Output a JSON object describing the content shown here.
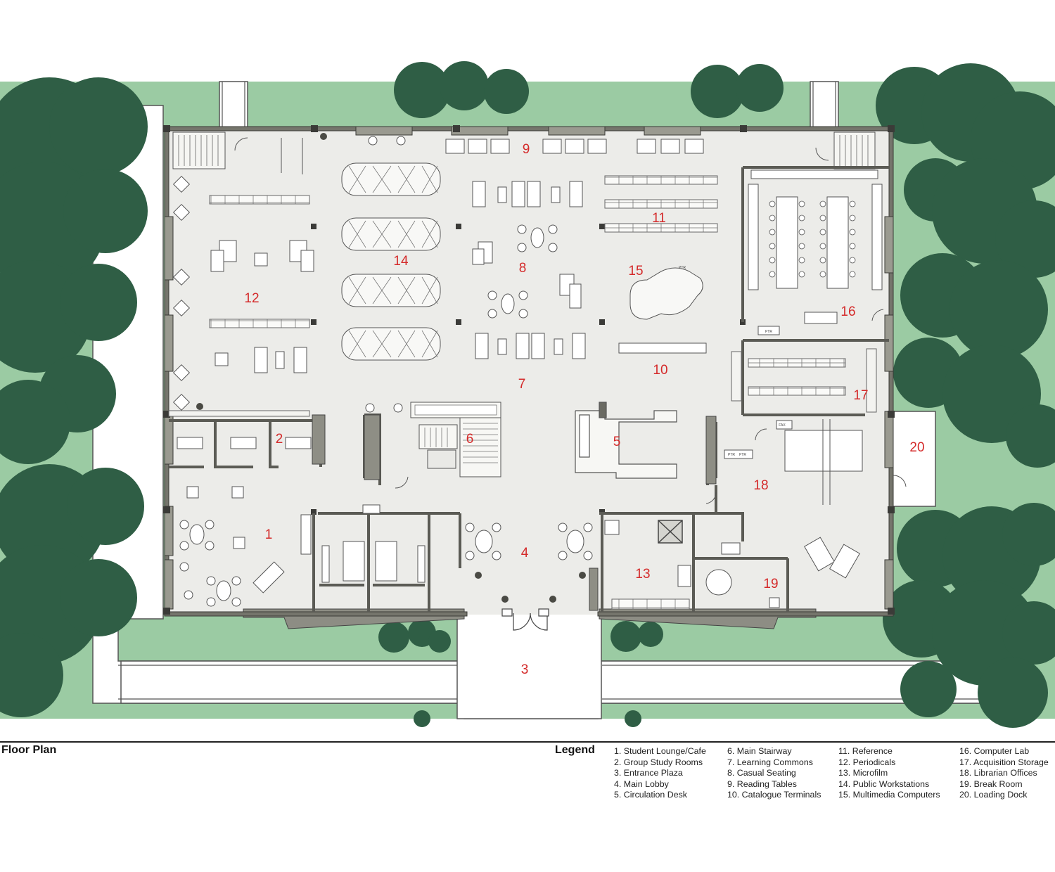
{
  "colors": {
    "grass": "#9bcba3",
    "tree": "#2f5e45",
    "floor": "#ececea",
    "wall": "#6a6a62",
    "label": "#d42a2a",
    "paving": "#ffffff"
  },
  "figure": {
    "caption": "Floor Plan",
    "legend_title": "Legend"
  },
  "map_labels": [
    {
      "id": "1",
      "text": "1"
    },
    {
      "id": "2",
      "text": "2"
    },
    {
      "id": "3",
      "text": "3"
    },
    {
      "id": "4",
      "text": "4"
    },
    {
      "id": "5",
      "text": "5"
    },
    {
      "id": "6",
      "text": "6"
    },
    {
      "id": "7",
      "text": "7"
    },
    {
      "id": "8",
      "text": "8"
    },
    {
      "id": "9",
      "text": "9"
    },
    {
      "id": "10",
      "text": "10"
    },
    {
      "id": "11",
      "text": "11"
    },
    {
      "id": "12",
      "text": "12"
    },
    {
      "id": "13",
      "text": "13"
    },
    {
      "id": "14",
      "text": "14"
    },
    {
      "id": "15",
      "text": "15"
    },
    {
      "id": "16",
      "text": "16"
    },
    {
      "id": "17",
      "text": "17"
    },
    {
      "id": "18",
      "text": "18"
    },
    {
      "id": "19",
      "text": "19"
    },
    {
      "id": "20",
      "text": "20"
    }
  ],
  "legend": {
    "col1": [
      "1. Student Lounge/Cafe",
      "2. Group Study Rooms",
      "3. Entrance Plaza",
      "4. Main Lobby",
      "5. Circulation Desk"
    ],
    "col2": [
      "6. Main Stairway",
      "7. Learning Commons",
      "8. Casual Seating",
      "9. Reading Tables",
      "10. Catalogue Terminals"
    ],
    "col3": [
      "11. Reference",
      "12. Periodicals",
      "13. Microfilm",
      "14. Public Workstations",
      "15. Multimedia Computers"
    ],
    "col4": [
      "16. Computer Lab",
      "17. Acquisition Storage",
      "18. Librarian Offices",
      "19. Break Room",
      "20. Loading Dock"
    ]
  },
  "equipment_labels": {
    "ptr": "PTR",
    "fax": "FAX"
  }
}
